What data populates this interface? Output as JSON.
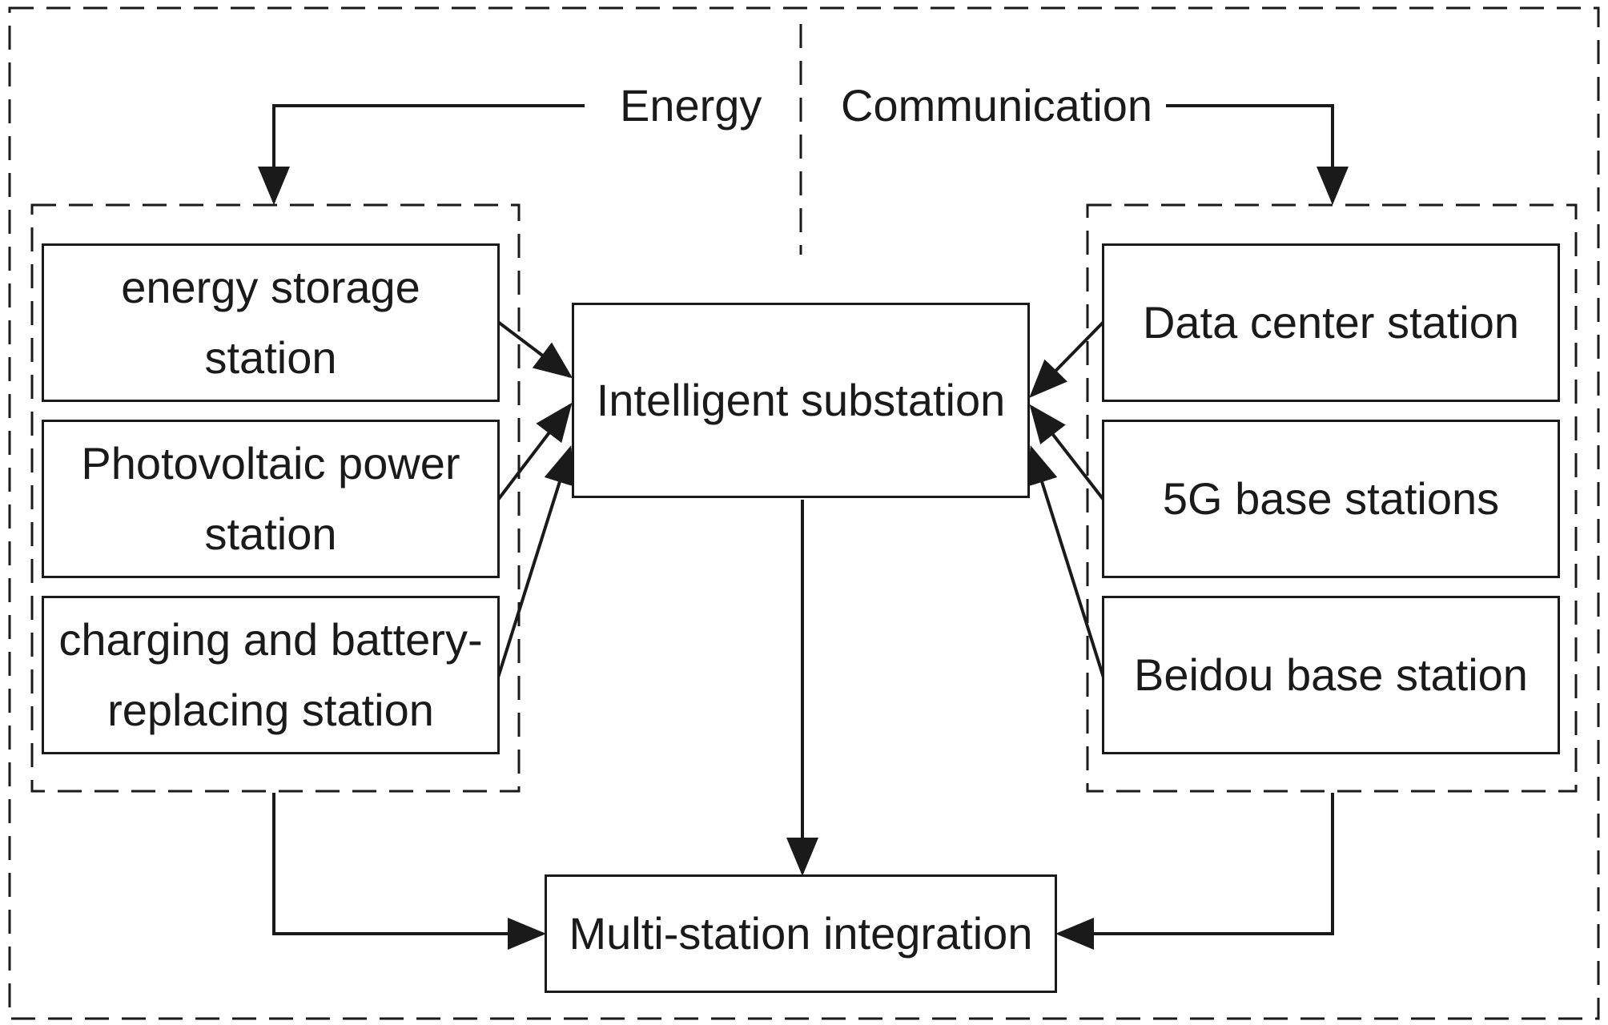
{
  "labels": {
    "energy": "Energy",
    "communication": "Communication"
  },
  "center": {
    "intelligent_substation": "Intelligent substation",
    "multi_station_integration": "Multi-station integration"
  },
  "energy_stations": [
    "energy storage station",
    "Photovoltaic power station",
    "charging and battery-replacing station"
  ],
  "communication_stations": [
    "Data center station",
    "5G base stations",
    "Beidou base station"
  ],
  "colors": {
    "line": "#1a1a1a",
    "background": "#ffffff"
  }
}
